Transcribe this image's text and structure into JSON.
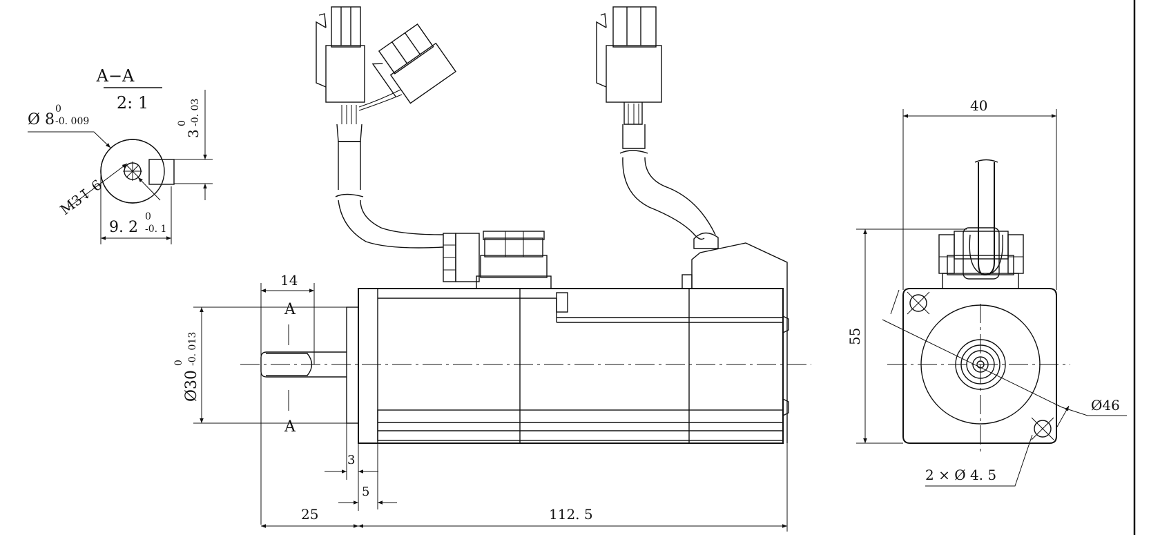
{
  "section": {
    "title": "A−A",
    "scale": "2: 1",
    "shaft_dia": "Ø 8",
    "shaft_dia_tol_upper": "0",
    "shaft_dia_tol_lower": "-0. 009",
    "flat_depth": "3",
    "flat_tol_upper": "0",
    "flat_tol_lower": "-0. 03",
    "thread": "M3↧ 6",
    "flat_width": "9. 2",
    "flat_width_tol_upper": "0",
    "flat_width_tol_lower": "-0. 1"
  },
  "side_view": {
    "shaft_length": "14",
    "section_mark_top": "A",
    "section_mark_bottom": "A",
    "pilot_dia": "Ø30",
    "pilot_tol_upper": "0",
    "pilot_tol_lower": "-0. 013",
    "pilot_len": "3",
    "flange_len": "5",
    "shaft_total": "25",
    "body_len": "112. 5"
  },
  "front_view": {
    "width": "40",
    "height": "55",
    "pcd": "Ø46",
    "holes": "2 × Ø 4. 5"
  }
}
